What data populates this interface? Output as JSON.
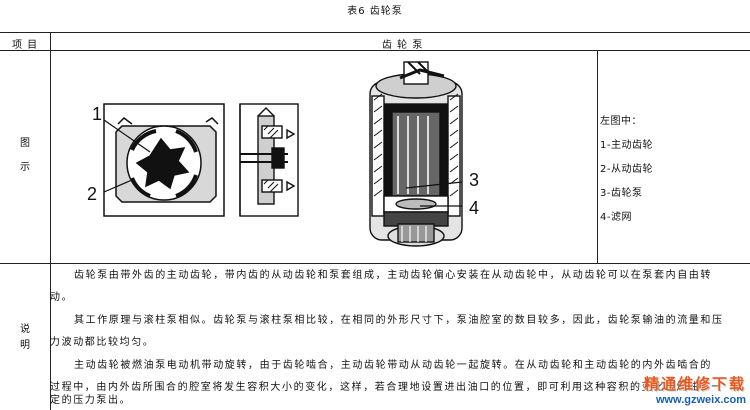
{
  "caption": "表6  齿轮泵",
  "header": {
    "col1": "项 目",
    "col2": "齿 轮 泵"
  },
  "rows": {
    "figure_label": "图\n\n示",
    "desc_label": "说\n明"
  },
  "legend": {
    "title": "左图中：",
    "items": [
      "1-主动齿轮",
      "2-从动齿轮",
      "3-齿轮泵",
      "4-滤网"
    ]
  },
  "figure_labels": {
    "l1": "1",
    "l2": "2",
    "l3": "3",
    "l4": "4"
  },
  "description": [
    "齿轮泵由带外齿的主动齿轮，带内齿的从动齿轮和泵套组成，主动齿轮偏心安装在从动齿轮中，从动齿轮可以在泵套内自由转",
    "动。",
    "其工作原理与滚柱泵相似。齿轮泵与滚柱泵相比较，在相同的外形尺寸下，泵油腔室的数目较多，因此，齿轮泵输油的流量和压",
    "力波动都比较均匀。",
    "主动齿轮被燃油泵电动机带动旋转，由于齿轮啮合，主动齿轮带动从动齿轮一起旋转。在从动齿轮和主动齿轮的内外齿啮合的",
    "过程中，由内外齿所围合的腔室将发生容积大小的变化，这样，若合理地设置进出油口的位置，即可利用这种容积的变化将燃油以一",
    "定的压力泵出。"
  ],
  "watermark": {
    "top": "精通维修下载",
    "bottom": "www.gzweix.com"
  }
}
